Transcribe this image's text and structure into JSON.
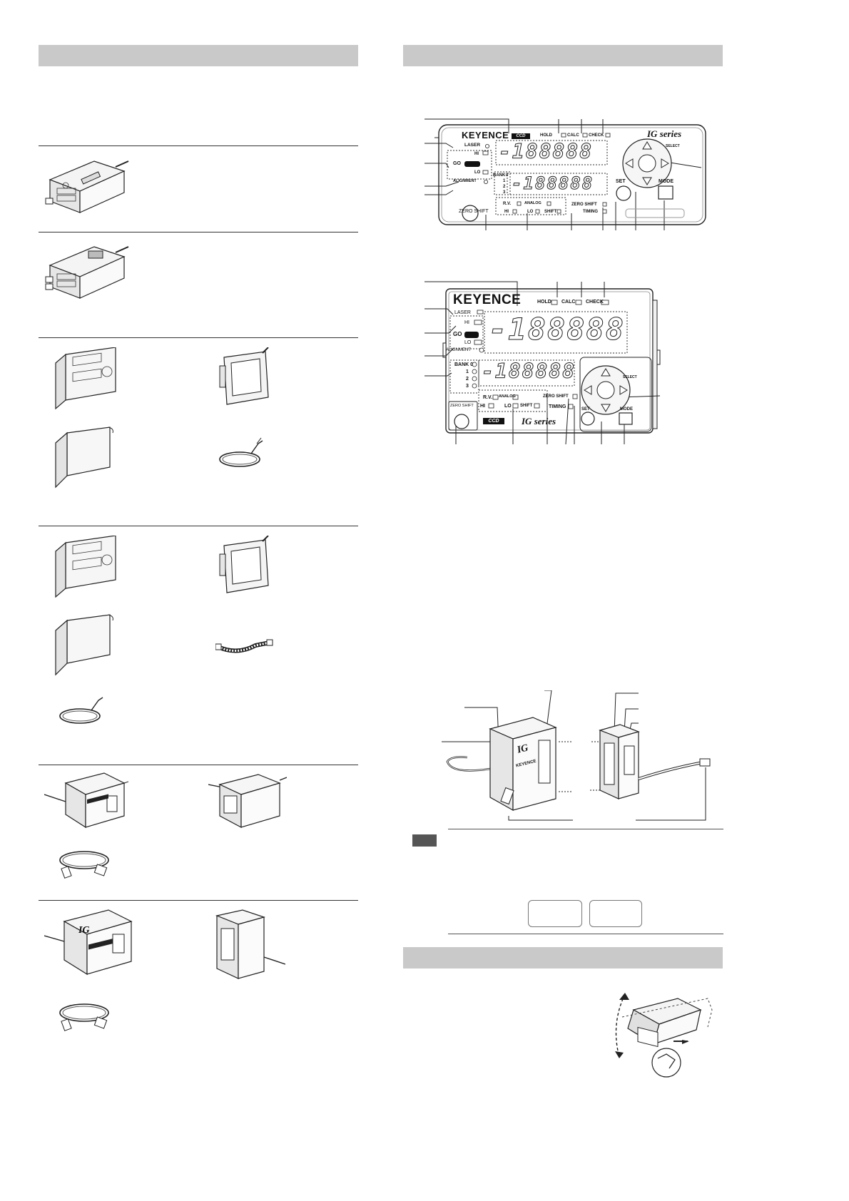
{
  "brand": {
    "logo": "KEYENCE",
    "series": "IG series",
    "ccd": "CCD"
  },
  "panel_top": {
    "indicators": {
      "hold": "HOLD",
      "calc": "CALC",
      "check": "CHECK",
      "laser": "LASER",
      "hi": "HI",
      "go": "GO",
      "lo": "LO",
      "bank": "BANK",
      "bank0": "0",
      "bank1": "1",
      "bank2": "2",
      "bank3": "3",
      "alignment": "ALIGNMENT",
      "rv": "R.V.",
      "analog": "ANALOG",
      "hi2": "HI",
      "lo2": "LO",
      "shift": "SHIFT",
      "zero_shift_ind": "ZERO SHIFT",
      "timing": "TIMING"
    },
    "buttons": {
      "select": "SELECT",
      "set": "SET",
      "mode": "MODE",
      "zero_shift": "ZERO SHIFT"
    },
    "display_upper": "-188888",
    "display_lower": "-188888"
  },
  "panel_bottom": {
    "indicators": {
      "hold": "HOLD",
      "calc": "CALC",
      "check": "CHECK",
      "laser": "LASER",
      "hi": "HI",
      "go": "GO",
      "lo": "LO",
      "alignment": "ALIGNMENT",
      "bank0": "BANK 0",
      "bank1": "1",
      "bank2": "2",
      "bank3": "3",
      "rv": "R.V.",
      "analog": "ANALOG",
      "hi2": "HI",
      "lo2": "LO",
      "shift": "SHIFT",
      "zero_shift_ind": "ZERO SHIFT",
      "timing": "TIMING"
    },
    "buttons": {
      "select": "SELECT",
      "set": "SET",
      "mode": "MODE",
      "zero_shift": "ZERO SHIFT"
    },
    "display_upper": "-188888",
    "display_lower": "-188888"
  },
  "sensor_head": {
    "badge": "IG",
    "brand": "KEYENCE"
  }
}
